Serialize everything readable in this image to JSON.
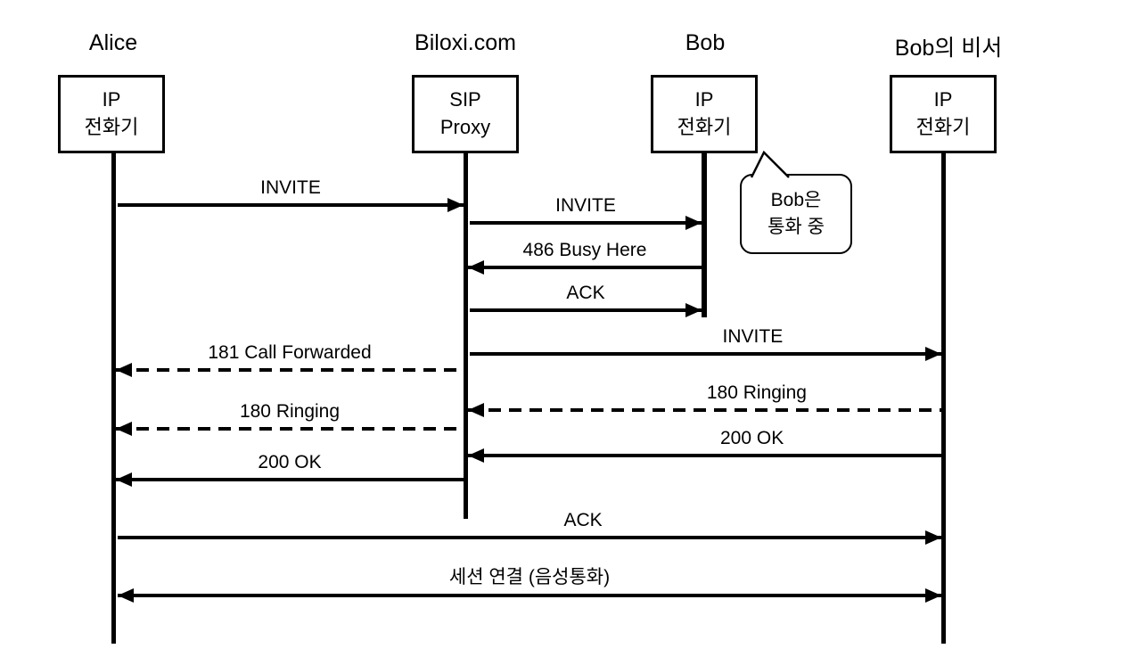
{
  "diagram": {
    "title": "SIP call forwarding sequence diagram",
    "actors": [
      {
        "title": "Alice",
        "box": [
          "IP",
          "전화기"
        ]
      },
      {
        "title": "Biloxi.com",
        "box": [
          "SIP",
          "Proxy"
        ]
      },
      {
        "title": "Bob",
        "box": [
          "IP",
          "전화기"
        ]
      },
      {
        "title": "Bob의 비서",
        "box": [
          "IP",
          "전화기"
        ]
      }
    ],
    "messages": [
      {
        "label": "INVITE",
        "from": "Alice",
        "to": "Biloxi.com",
        "line": "solid",
        "direction": "right"
      },
      {
        "label": "INVITE",
        "from": "Biloxi.com",
        "to": "Bob",
        "line": "solid",
        "direction": "right"
      },
      {
        "label": "486 Busy Here",
        "from": "Bob",
        "to": "Biloxi.com",
        "line": "solid",
        "direction": "left"
      },
      {
        "label": "ACK",
        "from": "Biloxi.com",
        "to": "Bob",
        "line": "solid",
        "direction": "right"
      },
      {
        "label": "INVITE",
        "from": "Biloxi.com",
        "to": "Bob의 비서",
        "line": "solid",
        "direction": "right"
      },
      {
        "label": "181 Call Forwarded",
        "from": "Biloxi.com",
        "to": "Alice",
        "line": "dashed",
        "direction": "left"
      },
      {
        "label": "180 Ringing",
        "from": "Bob의 비서",
        "to": "Biloxi.com",
        "line": "dashed",
        "direction": "left"
      },
      {
        "label": "180 Ringing",
        "from": "Biloxi.com",
        "to": "Alice",
        "line": "dashed",
        "direction": "left"
      },
      {
        "label": "200 OK",
        "from": "Bob의 비서",
        "to": "Biloxi.com",
        "line": "solid",
        "direction": "left"
      },
      {
        "label": "200 OK",
        "from": "Biloxi.com",
        "to": "Alice",
        "line": "solid",
        "direction": "left"
      },
      {
        "label": "ACK",
        "from": "Alice",
        "to": "Bob의 비서",
        "line": "solid",
        "direction": "right"
      },
      {
        "label": "세션 연결 (음성통화)",
        "from": "Alice",
        "to": "Bob의 비서",
        "line": "solid",
        "direction": "both"
      }
    ],
    "note": {
      "lines": [
        "Bob은",
        "통화 중"
      ]
    }
  }
}
